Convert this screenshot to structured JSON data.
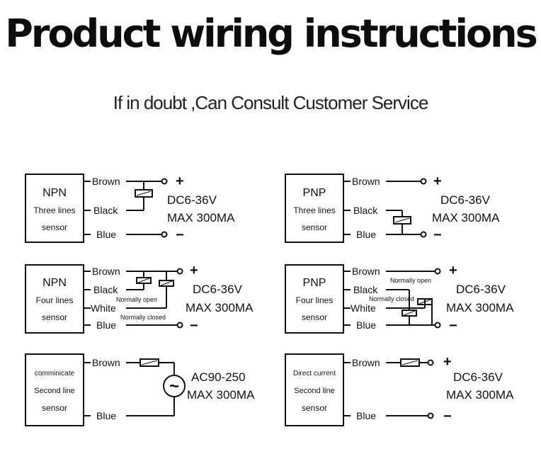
{
  "header": {
    "title": "Product wiring instructions",
    "subtitle": "If in doubt ,Can Consult Customer Service"
  },
  "diagrams": [
    {
      "id": "npn3",
      "box": [
        "NPN",
        "Three lines",
        "sensor"
      ],
      "wires": [
        "Brown",
        "Black",
        "Blue"
      ],
      "spec": [
        "DC6-36V",
        "MAX 300MA"
      ],
      "plus": "+",
      "minus": "−"
    },
    {
      "id": "pnp3",
      "box": [
        "PNP",
        "Three lines",
        "sensor"
      ],
      "wires": [
        "Brown",
        "Black",
        "Blue"
      ],
      "spec": [
        "DC6-36V",
        "MAX 300MA"
      ],
      "plus": "+",
      "minus": "−"
    },
    {
      "id": "npn4",
      "box": [
        "NPN",
        "Four lines",
        "sensor"
      ],
      "wires": [
        "Brown",
        "Black",
        "White",
        "Blue"
      ],
      "notes": [
        "Normally open",
        "Normally closed"
      ],
      "spec": [
        "DC6-36V",
        "MAX 300MA"
      ],
      "plus": "+",
      "minus": "−"
    },
    {
      "id": "pnp4",
      "box": [
        "PNP",
        "Four lines",
        "sensor"
      ],
      "wires": [
        "Brown",
        "Black",
        "White",
        "Blue"
      ],
      "notes": [
        "Normally open",
        "Normally closed"
      ],
      "spec": [
        "DC6-36V",
        "MAX 300MA"
      ],
      "plus": "+",
      "minus": "−"
    },
    {
      "id": "ac2",
      "box": [
        "comminicate",
        "Second line",
        "sensor"
      ],
      "wires": [
        "Brown",
        "Blue"
      ],
      "spec": [
        "AC90-250",
        "MAX 300MA"
      ],
      "ac_symbol": "~"
    },
    {
      "id": "dc2",
      "box": [
        "Direct current",
        "Second line",
        "sensor"
      ],
      "wires": [
        "Brown",
        "Blue"
      ],
      "spec": [
        "DC6-36V",
        "MAX 300MA"
      ],
      "plus": "+",
      "minus": "−"
    }
  ]
}
